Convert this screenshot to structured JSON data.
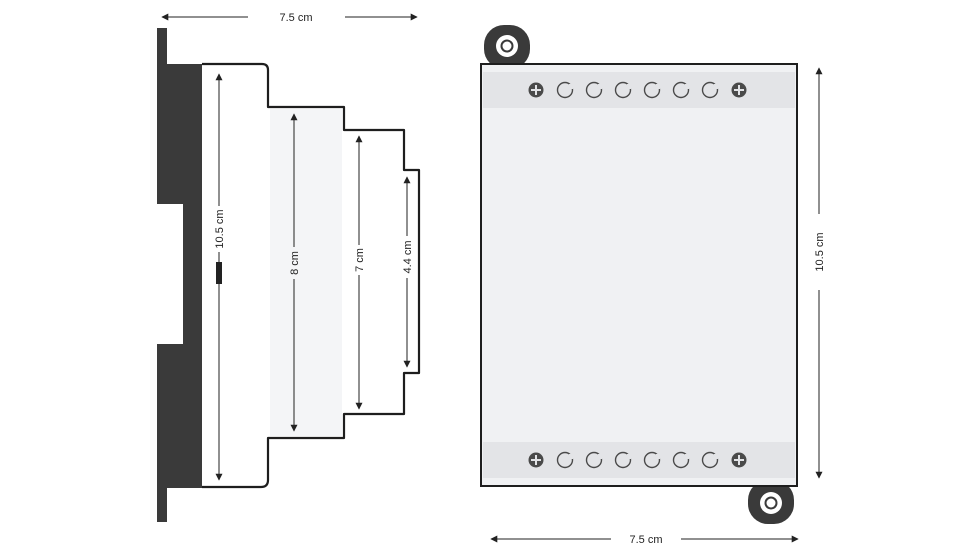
{
  "side_view": {
    "width_label": "7.5 cm",
    "height_label": "10.5 cm",
    "step_labels": [
      "8 cm",
      "7 cm",
      "4.4 cm"
    ]
  },
  "front_view": {
    "width_label": "7.5 cm",
    "height_label": "10.5 cm",
    "terminals_per_row": 8
  },
  "colors": {
    "outline": "#1e1e1e",
    "mount_plate": "#3a3a3a",
    "panel_fill": "#f0f1f3",
    "terminal_strip": "#e3e4e7"
  }
}
